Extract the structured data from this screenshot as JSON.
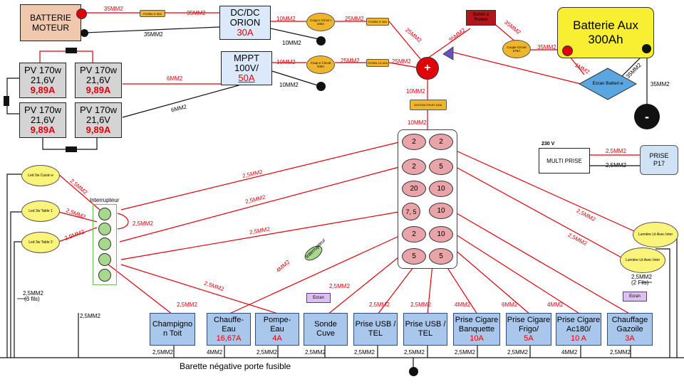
{
  "sources": {
    "battery_motor": "BATTERIE MOTEUR",
    "dcdc": {
      "name": "DC/DC ORION",
      "rating": "30A"
    },
    "mppt": {
      "name": "MPPT 100V/",
      "rating": "50A"
    },
    "battery_aux": "Batterie Aux 300Ah",
    "battery_protect": "Batteri e Protect",
    "ecran_batterie": "Ecran Batteri e",
    "positive_bus": "+",
    "negative_pole": "-"
  },
  "pv_panels": [
    {
      "line1": "PV 170w",
      "line2": "21,6V",
      "line3": "9,89A"
    },
    {
      "line1": "PV 170w",
      "line2": "21,6V",
      "line3": "9,89A"
    },
    {
      "line1": "PV 170w",
      "line2": "21,6V",
      "line3": "9,89A"
    },
    {
      "line1": "PV 170w",
      "line2": "21,6V",
      "line3": "9,89A"
    }
  ],
  "protections": {
    "fuse_motor": "FUSIBL E 60A",
    "fuse_dcdc": "FUSIBL E 40A",
    "fuse_mppt": "FUSIBL LE 60A",
    "coupe_dcdc": "Coup e Circui t 100A",
    "coupe_mppt": "Coup e Circuit 100A",
    "coupe_aux": "Coupe Circuit 275A",
    "disjoncteur": "DISJONCTEUR 100A"
  },
  "cable_labels": {
    "l35_a": "35MM2",
    "l35_b": "35MM2",
    "l35_c": "35MM2",
    "l35_d": "35MM2",
    "l35_e": "35MM2",
    "l35_f": "35MM2",
    "l35_g": "35MM2",
    "l35_h": "35MM2",
    "l10_a": "10MM2",
    "l10_b": "10MM2",
    "l10_c": "10MM2",
    "l10_d": "10MM2",
    "l10_e": "10MM2",
    "l10_f": "10MM2",
    "l25_a": "25MM2",
    "l25_b": "25MM2",
    "l25_c": "25MM2",
    "l25_d": "25MM2",
    "l6_a": "6MM2",
    "l6_b": "6MM2",
    "l1": "1MM2",
    "w_a": "2,5MM2",
    "w_b": "2,5MM2",
    "w_c": "2,5MM2",
    "w_d": "2,5MM2",
    "w_e": "2,5MM2",
    "w_f": "2,5MM2",
    "w_g": "2,5MM2",
    "w_h": "2,5MM2",
    "w_i": "2,5MM2",
    "w_j": "2,5MM2",
    "w_k": "2,5MM2",
    "w_l": "2,5MM2",
    "w_m": "2,5MM2",
    "w_n": "2,5MM2",
    "w_o": "4MM2",
    "w_p": "6MM2",
    "w_q": "4MM2",
    "w_r": "4MM2",
    "prise_a": "2,5MM2",
    "prise_b": "2,5MM2",
    "left_3fils": "2,5MM2",
    "left_3fils_note": "(3 fils)",
    "left_main": "2,5MM2",
    "right_2fils": "2,5MM2",
    "right_2fils_note": "(2 Fils)"
  },
  "fuse_box": [
    "2",
    "2",
    "2",
    "5",
    "20",
    "10",
    "7, 5",
    "10",
    "2",
    "10",
    "5",
    "5"
  ],
  "leds": [
    {
      "name": "Led 3w Cuisin e"
    },
    {
      "name": "Led 3w Table 1"
    },
    {
      "name": "Led 3w Table 2"
    }
  ],
  "interrupteur_label": "Interrupteur",
  "interrupteur_small": "Interrupteur",
  "multiprise": {
    "voltage": "230 V",
    "label": "MULTI PRISE",
    "prise": "PRISE P17"
  },
  "lumieres": [
    {
      "name": "Lumière Lit Avec Inter"
    },
    {
      "name": "Lumière Lit Avec Inter"
    }
  ],
  "ecran_labels": [
    "Ecran",
    "Ecran"
  ],
  "consumers": [
    {
      "name": "Champigno n Toit",
      "rating": "",
      "bottom": "2,5MM2"
    },
    {
      "name": "Chauffe- Eau",
      "rating": "16,67A",
      "bottom": "4MM2"
    },
    {
      "name": "Pompe- Eau",
      "rating": "4A",
      "bottom": "2,5MM2"
    },
    {
      "name": "Sonde Cuve",
      "rating": "",
      "bottom": "2,5MM2"
    },
    {
      "name": "Prise USB / TEL",
      "rating": "",
      "bottom": "2,5MM2"
    },
    {
      "name": "Prise USB / TEL",
      "rating": "",
      "bottom": "2,5MM2"
    },
    {
      "name": "Prise Cigare Banquette",
      "rating": "10A",
      "bottom": "2,5MM2"
    },
    {
      "name": "Prise Cigare Frigo/",
      "rating": "5A",
      "bottom": "2,5MM2"
    },
    {
      "name": "Prise Cigare Ac180/",
      "rating": "10 A",
      "bottom": "4MM2"
    },
    {
      "name": "Chauffage Gazoile",
      "rating": "3A",
      "bottom": "2,5MM2"
    }
  ],
  "barette_label": "Barette négative porte fusible",
  "colors": {
    "red_wire": "#e0000a",
    "black_wire": "#111111",
    "consumer_fill": "#a9c6eb",
    "source_fill": "#dbe9fa",
    "aux_fill": "#f8ee32"
  }
}
